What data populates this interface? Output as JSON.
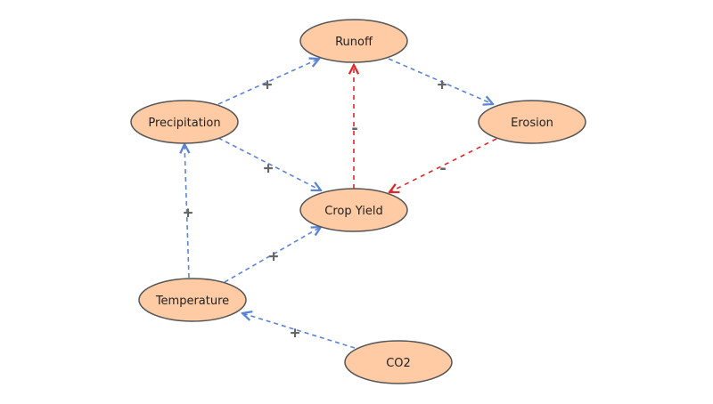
{
  "colors": {
    "node_fill": "#FFCBA4",
    "node_stroke": "#555555",
    "positive_edge": "#5B84D6",
    "negative_edge": "#E0282A",
    "sign_text": "#666666"
  },
  "nodes": {
    "runoff": {
      "label": "Runoff"
    },
    "precipitation": {
      "label": "Precipitation"
    },
    "erosion": {
      "label": "Erosion"
    },
    "crop_yield": {
      "label": "Crop Yield"
    },
    "temperature": {
      "label": "Temperature"
    },
    "co2": {
      "label": "CO2"
    }
  },
  "edges": [
    {
      "from": "precipitation",
      "to": "runoff",
      "sign": "+",
      "polarity": "positive"
    },
    {
      "from": "runoff",
      "to": "erosion",
      "sign": "+",
      "polarity": "positive"
    },
    {
      "from": "precipitation",
      "to": "crop_yield",
      "sign": "+",
      "polarity": "positive"
    },
    {
      "from": "crop_yield",
      "to": "runoff",
      "sign": "-",
      "polarity": "negative"
    },
    {
      "from": "erosion",
      "to": "crop_yield",
      "sign": "-",
      "polarity": "negative"
    },
    {
      "from": "temperature",
      "to": "precipitation",
      "sign": "+",
      "polarity": "positive"
    },
    {
      "from": "temperature",
      "to": "crop_yield",
      "sign": "+",
      "polarity": "positive"
    },
    {
      "from": "co2",
      "to": "temperature",
      "sign": "+",
      "polarity": "positive"
    }
  ]
}
